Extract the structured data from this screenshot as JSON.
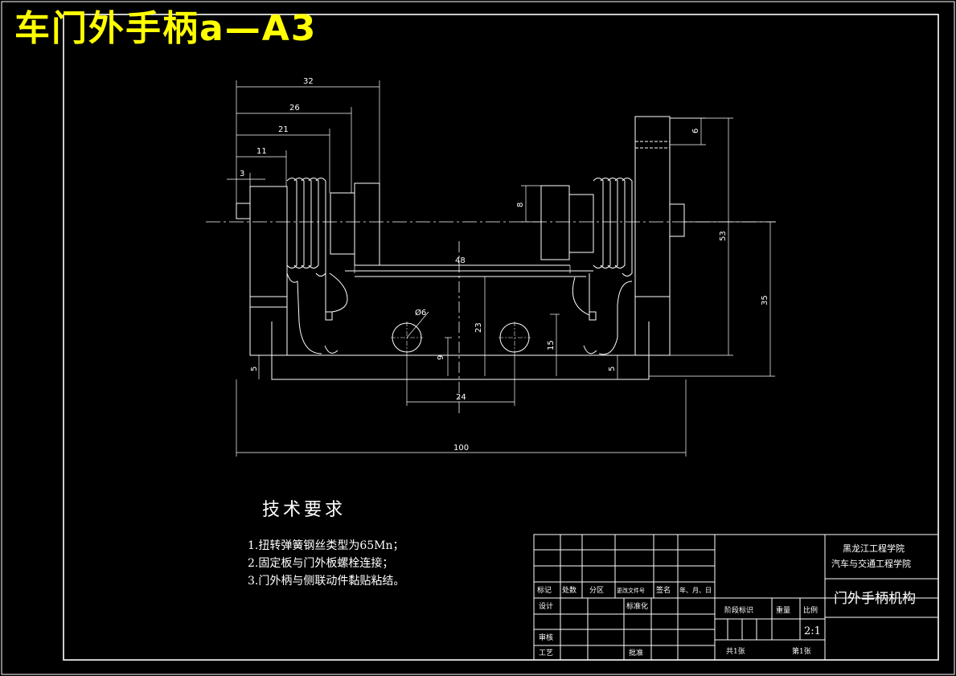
{
  "overlay_title": "车门外手柄a—A3",
  "dimensions": {
    "d32": "32",
    "d26": "26",
    "d21": "21",
    "d11": "11",
    "d3": "3",
    "d6_top": "6",
    "d8": "8",
    "d53": "53",
    "d48": "48",
    "d35": "35",
    "d23": "23",
    "d15": "15",
    "d9": "9",
    "d5_left": "5",
    "d5_right": "5",
    "d24": "24",
    "d100": "100",
    "phi6": "Ø6"
  },
  "tech_requirements": {
    "title": "技术要求",
    "items": [
      "1.扭转弹簧钢丝类型为65Mn；",
      "2.固定板与门外板螺栓连接；",
      "3.门外柄与侧联动件黏贴粘结。"
    ]
  },
  "title_block": {
    "school_line1": "黑龙江工程学院",
    "school_line2": "汽车与交通工程学院",
    "drawing_name": "门外手柄机构",
    "hdr_mark": "标记",
    "hdr_count": "处数",
    "hdr_zone": "分区",
    "hdr_doc": "更改文件号",
    "hdr_sign": "签名",
    "hdr_date": "年、月、日",
    "design": "设计",
    "standardize": "标准化",
    "review": "审核",
    "process": "工艺",
    "approve": "批准",
    "stage_mark": "阶段标识",
    "weight": "重量",
    "scale": "比例",
    "scale_value": "2:1",
    "total_sheets": "共1张",
    "sheet_no": "第1张"
  }
}
